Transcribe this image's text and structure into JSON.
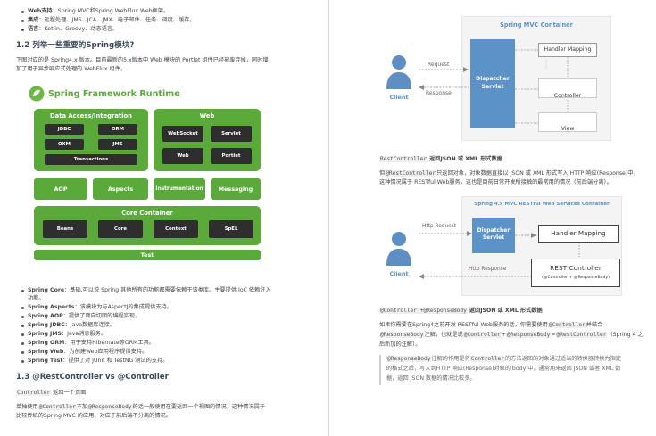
{
  "left": {
    "intro_bullets": [
      {
        "label": "Web支持",
        "text": "：Spring MVC和Spring WebFlux Web框架。"
      },
      {
        "label": "集成",
        "text": "：远程处理、JMS、JCA、JMX、电子邮件、任务、调度、缓存。"
      },
      {
        "label": "语言",
        "text": "：Kotlin、Groovy、动态语言。"
      }
    ],
    "h_1_2": "1.2 列举一些重要的Spring模块?",
    "p_1_2": [
      "下图对应的是 Spring4.x 版本。目前最新的5.x版本中 Web 模块的 Portlet 组件已经被废弃掉，同时增",
      "加了用于异步响应式处理的 WebFlux 组件。"
    ],
    "runtime": {
      "title": "Spring Framework Runtime",
      "data_access": {
        "title": "Data Access/Integration",
        "items": [
          "JDBC",
          "ORM",
          "OXM",
          "JMS",
          "Transactions"
        ]
      },
      "web": {
        "title": "Web",
        "items": [
          "WebSocket",
          "Servlet",
          "Web",
          "Portlet"
        ]
      },
      "middle": [
        "AOP",
        "Aspects",
        "Instrumentation",
        "Messaging"
      ],
      "core": {
        "title": "Core Container",
        "items": [
          "Beans",
          "Core",
          "Context",
          "SpEL"
        ]
      },
      "test": "Test"
    },
    "modules": [
      {
        "label": "Spring Core",
        "text": "：基础,可以说 Spring 其他所有的功能都需要依赖于该类库。主要提供 IoC 依赖注入"
      },
      {
        "label": "",
        "text": "功能。"
      },
      {
        "label": "Spring Aspects",
        "text": "：该模块为与AspectJ的集成提供支持。"
      },
      {
        "label": "Spring AOP",
        "text": "：提供了面向切面的编程实现。"
      },
      {
        "label": "Spring JDBC",
        "text": "：Java数据库连接。"
      },
      {
        "label": "Spring JMS",
        "text": "：Java消息服务。"
      },
      {
        "label": "Spring ORM",
        "text": "：用于支持Hibernate等ORM工具。"
      },
      {
        "label": "Spring Web",
        "text": "：为创建Web应用程序提供支持。"
      },
      {
        "label": "Spring Test",
        "text": "：提供了对 JUnit 和 TestNG 测试的支持。"
      }
    ],
    "h_1_3": "1.3 @RestController vs @Controller",
    "controller_code": "Controller",
    "controller_heading": "返回一个页面",
    "p_1_3_a": [
      "单独使用",
      "@Controller",
      "不加",
      "@ResponseBody",
      "的话一般使用在要返回一个视图的情况，这种情况属于"
    ],
    "p_1_3_b": "比较传统的Spring MVC 的应用，对应于前后端不分离的情况。"
  },
  "right": {
    "mvc": {
      "container": "Spring MVC Container",
      "client": "Client",
      "request": "Request",
      "response": "Response",
      "dispatcher": [
        "Dispatcher",
        "Servlet"
      ],
      "handler": "Handler Mapping",
      "controller": "Controller",
      "view": "View"
    },
    "rest_code": "RestController",
    "rest_heading": "返回JSON 或 XML 形式数据",
    "rest_p": [
      "但",
      "@RestController",
      "只返回对象，对象数据直接以 JSON 或 XML 形式写入 HTTP 响应(Response)中，",
      "这种情况属于 RESTful Web服务，这也是目前日常开发所接触的最常用的情况（前后端分离）。"
    ],
    "rest_diag": {
      "container": "Spring 4.x MVC RESTful Web Services Container",
      "client": "Client",
      "http_request": "Http Request",
      "http_response": "Http Response",
      "dispatcher": [
        "Dispatcher",
        "Servlet"
      ],
      "handler": "Handler Mapping",
      "rest_controller": "REST Controller",
      "rest_note": "(@Controller + @ResponseBody)"
    },
    "combo_code": "@Controller +@ResponseBody",
    "combo_heading": "返回JSON 或 XML 形式数据",
    "combo_p": [
      [
        "如果你需要在Spring4之前开发 RESTful Web服务的话，你需要使用",
        "@Controller",
        "并结合"
      ],
      [
        "@ResponseBody",
        "注解，也就是说",
        "@Controller",
        "+",
        "@ResponseBody",
        "=",
        "@RestController",
        "（Spring 4 之"
      ],
      [
        "后新加的注解）。",
        "",
        ""
      ]
    ],
    "quote": [
      [
        "@ResponseBody",
        "注解的作用是将",
        "Controller",
        "的方法返回的对象通过适当的转换器转换为指定"
      ],
      [
        "的格式之后，写入到HTTP 响应(Response)对象的 body 中，通常用来返回 JSON 或者 XML 数"
      ],
      [
        "据，返回 JSON 数据的情况比较多。"
      ]
    ]
  },
  "colors": {
    "spring_green": "#5aaa3a",
    "dark_block": "#2e2e2e",
    "mvc_blue": "#5b93c9",
    "client_blue": "#5d8fc4"
  }
}
